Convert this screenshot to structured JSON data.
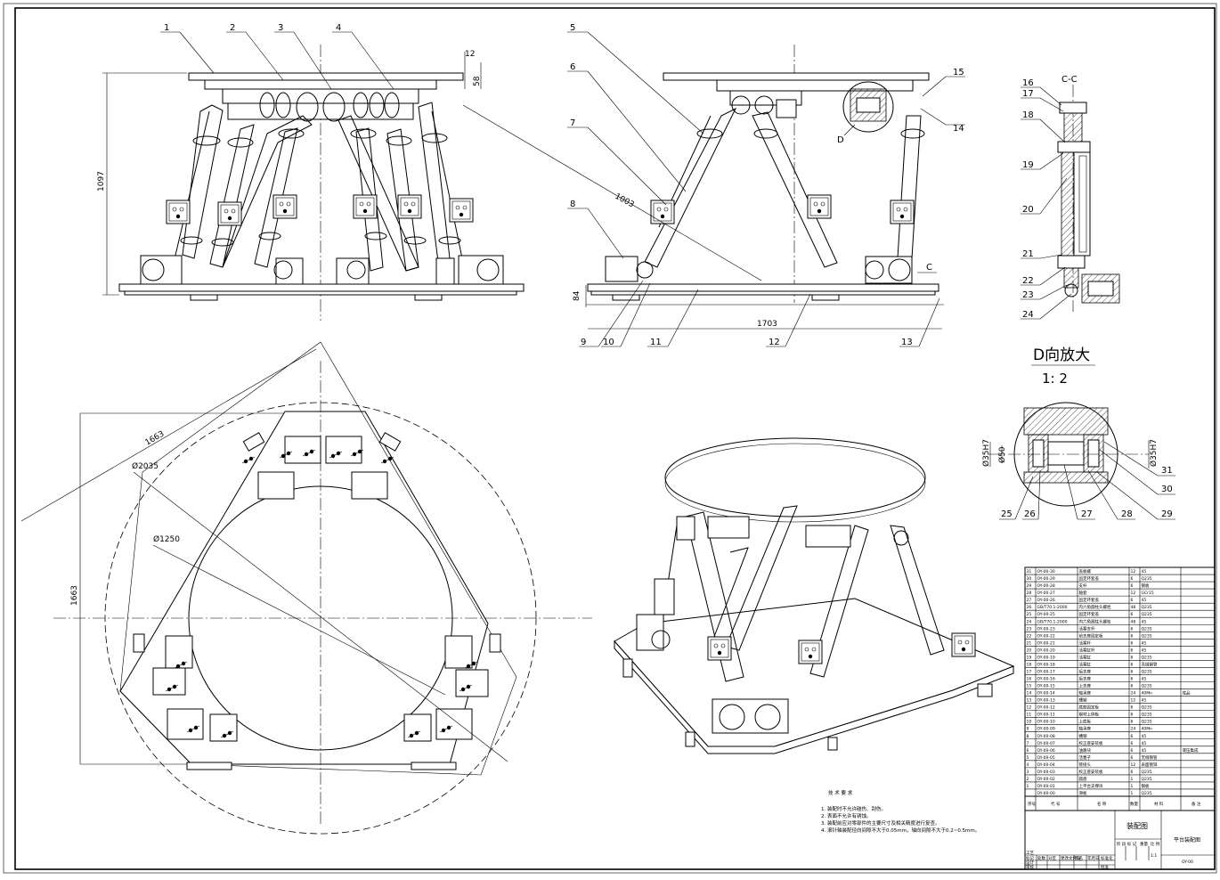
{
  "part_labels": [
    "1",
    "2",
    "3",
    "4",
    "5",
    "6",
    "7",
    "8",
    "9",
    "10",
    "11",
    "12",
    "13",
    "14",
    "15",
    "16",
    "17",
    "18",
    "19",
    "20",
    "21",
    "22",
    "23",
    "24",
    "25",
    "26",
    "27",
    "28",
    "29",
    "30",
    "31"
  ],
  "dimensions": {
    "front_height": "1097",
    "front_top_small": "12",
    "front_top_thk": "58",
    "side_span": "1003",
    "side_base_thk": "84",
    "side_width": "1703",
    "plan_dia_outer": "Ø2035",
    "plan_dia_inner": "Ø1250",
    "plan_side_top": "1663",
    "plan_side_left": "1663",
    "detail_left_a": "Ø35H7",
    "detail_left_b": "Ø50",
    "detail_right": "Ø35H7"
  },
  "section_labels": {
    "section_cc": "C-C",
    "view_d_marker": "D",
    "cut_c": "C",
    "view_d_title": "D向放大",
    "view_d_scale": "1: 2"
  },
  "tech_requirements": {
    "title": "技 术 要 求",
    "items": [
      "1. 装配时不允许碰伤、刮伤。",
      "2. 表面不允许有锈蚀。",
      "3. 装配前应对零部件的主要尺寸及相关精度进行复查。",
      "4. 滚针轴装配径向间隙不大于0.05mm，轴向间隙不大于0.2~0.5mm。"
    ]
  },
  "title_block": {
    "drawing_kind": "装配图",
    "drawing_name": "平台装配图",
    "drawing_no": "OY-00",
    "scale_label": "比 例",
    "scale_value": "1:1",
    "weight_label": "重量",
    "stage_label": "阶 段 标 记",
    "headers": [
      "序号",
      "代 号",
      "名 称",
      "数量",
      "材 料",
      "备 注"
    ],
    "signature_rows": [
      "标记",
      "设计",
      "审核",
      "工艺"
    ],
    "signature_cols": [
      "处数",
      "分区",
      "更改文件号",
      "签名",
      "年月日"
    ],
    "approval_cols": [
      "标准化",
      "批准"
    ]
  },
  "bom_rows": [
    [
      "31",
      "OY-00-30",
      "盖板螺",
      "12",
      "45",
      ""
    ],
    [
      "30",
      "OY-00-29",
      "固定环套盖",
      "6",
      "Q235",
      ""
    ],
    [
      "29",
      "OY-00-28",
      "支杆",
      "6",
      "钢板",
      ""
    ],
    [
      "28",
      "OY-00-27",
      "轴套",
      "12",
      "GCr15",
      ""
    ],
    [
      "27",
      "OY-00-26",
      "固定环套盖",
      "6",
      "45",
      ""
    ],
    [
      "26",
      "GB/T70.1-2000",
      "内六角圆柱头螺栓",
      "48",
      "Q235",
      ""
    ],
    [
      "25",
      "OY-00-25",
      "固定环套盖",
      "6",
      "Q235",
      ""
    ],
    [
      "24",
      "GB/T70.1-2000",
      "内六角圆柱头螺栓",
      "48",
      "45",
      ""
    ],
    [
      "23",
      "OY-00-23",
      "活塞支杆",
      "6",
      "Q235",
      ""
    ],
    [
      "22",
      "OY-00-22",
      "前支座固定板",
      "6",
      "Q235",
      ""
    ],
    [
      "21",
      "OY-00-21",
      "活塞杆",
      "6",
      "45",
      ""
    ],
    [
      "20",
      "OY-00-20",
      "活塞缸杆",
      "6",
      "45",
      ""
    ],
    [
      "19",
      "OY-00-19",
      "活塞缸",
      "6",
      "Q235",
      ""
    ],
    [
      "18",
      "OY-00-18",
      "活塞缸",
      "6",
      "无缝钢管",
      ""
    ],
    [
      "17",
      "OY-00-17",
      "后支座",
      "6",
      "Q235",
      ""
    ],
    [
      "16",
      "OY-00-16",
      "后支座",
      "6",
      "45",
      ""
    ],
    [
      "15",
      "OY-00-15",
      "上支座",
      "6",
      "Q235",
      ""
    ],
    [
      "14",
      "OY-00-14",
      "轴承座",
      "24",
      "40Mn",
      "成品"
    ],
    [
      "13",
      "OY-00-13",
      "槽钢",
      "12",
      "45",
      ""
    ],
    [
      "12",
      "OY-00-12",
      "底部固定板",
      "6",
      "Q235",
      ""
    ],
    [
      "11",
      "OY-00-11",
      "钢材上侧板",
      "6",
      "Q235",
      ""
    ],
    [
      "10",
      "OY-00-10",
      "上底板",
      "6",
      "Q235",
      ""
    ],
    [
      "9",
      "OY-00-09",
      "轴承座",
      "24",
      "40Mn",
      ""
    ],
    [
      "8",
      "OY-00-08",
      "槽钢",
      "6",
      "45",
      ""
    ],
    [
      "7",
      "OY-00-07",
      "校正座安装板",
      "6",
      "45",
      ""
    ],
    [
      "6",
      "OY-00-06",
      "油路块",
      "6",
      "45",
      "液压集成"
    ],
    [
      "5",
      "OY-00-05",
      "活塞子",
      "6",
      "无缝钢管",
      ""
    ],
    [
      "4",
      "OY-00-04",
      "管接头",
      "12",
      "表面镀锌",
      ""
    ],
    [
      "3",
      "OY-00-03",
      "校正座安装板",
      "6",
      "Q235",
      ""
    ],
    [
      "2",
      "OY-00-02",
      "圆盘",
      "1",
      "Q235",
      ""
    ],
    [
      "1",
      "OY-00-01",
      "上平台支撑块",
      "1",
      "钢板",
      ""
    ],
    [
      "",
      "OY-00-00",
      "滑板",
      "1",
      "Q235",
      ""
    ]
  ]
}
